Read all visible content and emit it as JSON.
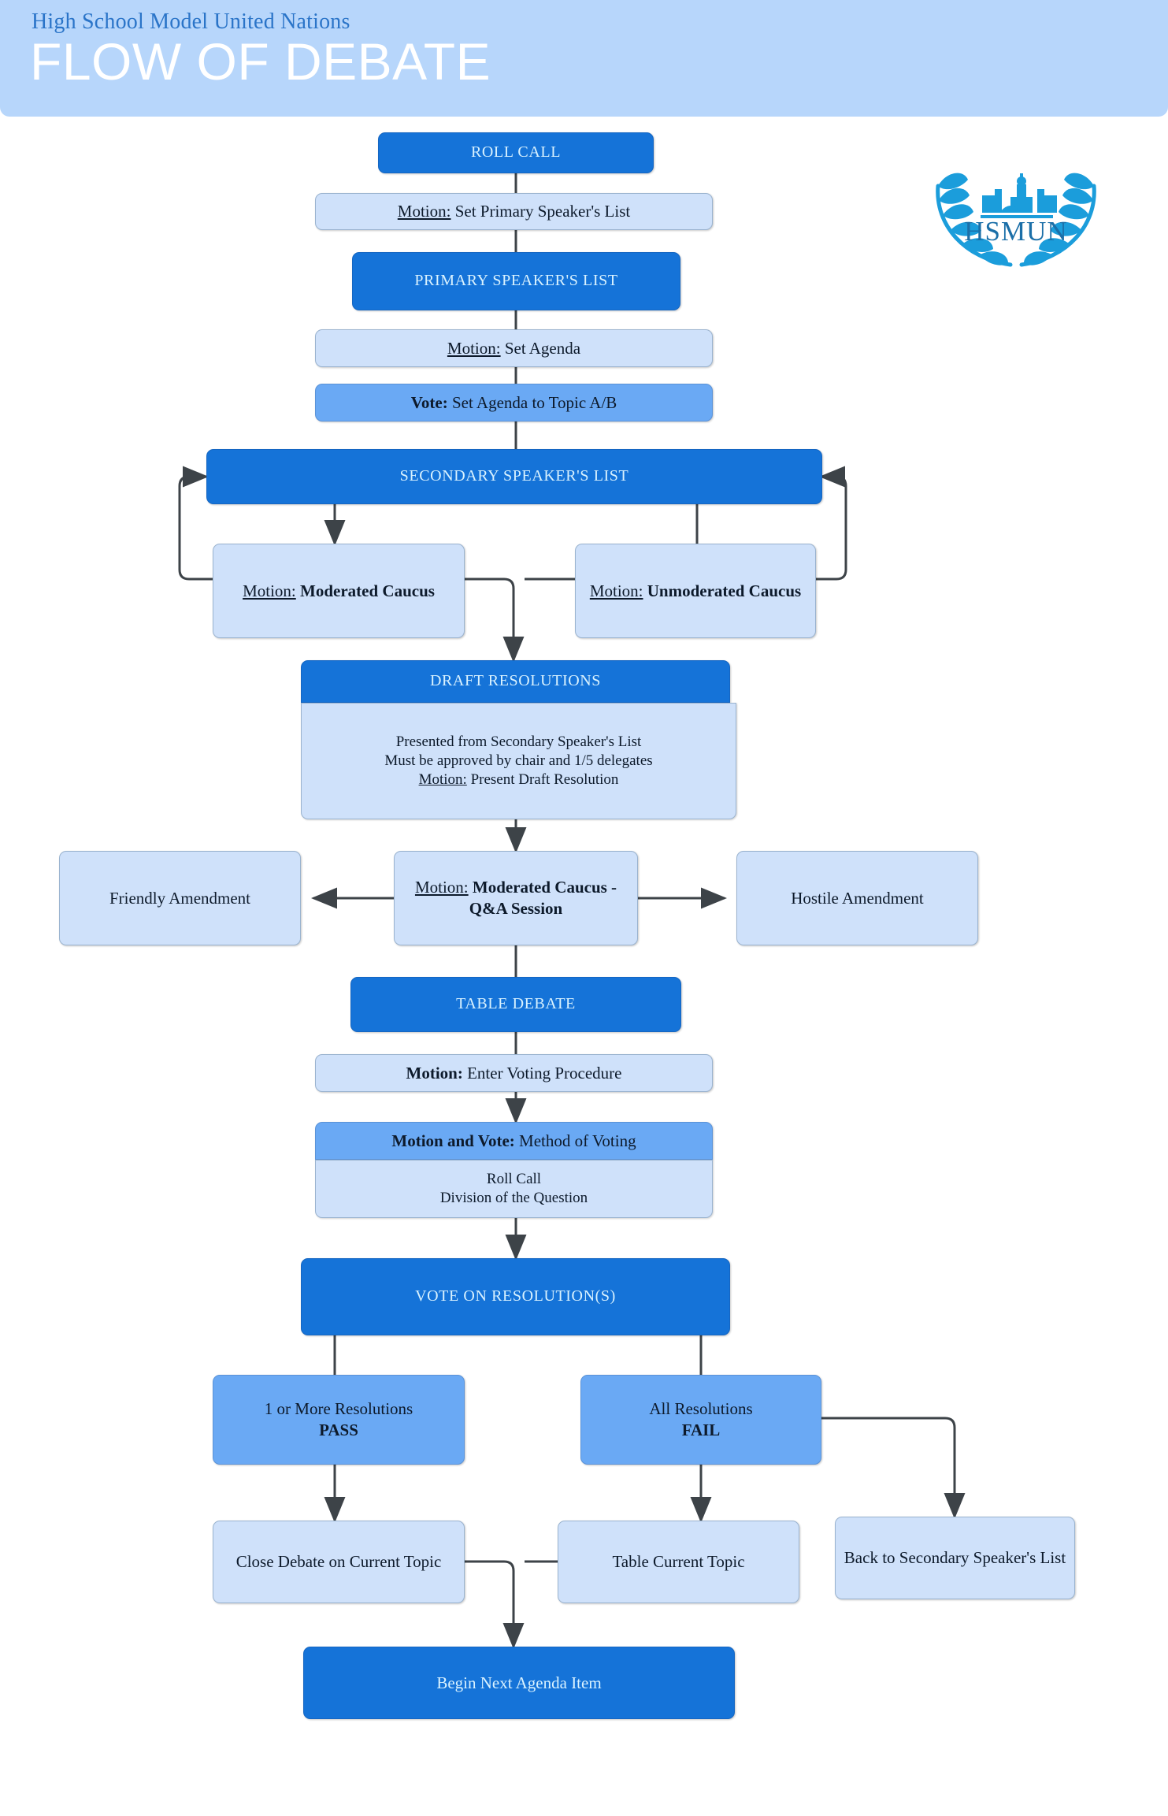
{
  "header": {
    "subtitle": "High School Model United Nations",
    "title": "FLOW OF DEBATE",
    "bg_color": "#b7d6fb",
    "subtitle_color": "#2a74c8",
    "title_color": "#ffffff"
  },
  "logo": {
    "name": "hsmun-logo",
    "text": "HSMUN",
    "color": "#1b9ddb"
  },
  "colors": {
    "dark_node": "#1573d8",
    "mid_node": "#6aa9f4",
    "light_node": "#cfe1fa",
    "connector": "#3d4348"
  },
  "nodes": {
    "roll_call": "ROLL CALL",
    "motion_primary_speakers_list": {
      "label": "Motion:",
      "text": " Set Primary Speaker's List"
    },
    "primary_speakers_list": "PRIMARY SPEAKER'S LIST",
    "motion_set_agenda": {
      "label": "Motion:",
      "text": " Set Agenda"
    },
    "vote_set_agenda": {
      "label": "Vote:",
      "text": " Set Agenda to Topic A/B"
    },
    "secondary_speakers_list": "SECONDARY SPEAKER'S LIST",
    "motion_moderated_caucus": {
      "label": "Motion:",
      "text": " Moderated Caucus"
    },
    "motion_unmoderated_caucus": {
      "label": "Motion:",
      "text": " Unmoderated Caucus"
    },
    "draft_resolutions": "DRAFT RESOLUTIONS",
    "draft_resolutions_detail": {
      "line1": "Presented from Secondary Speaker's List",
      "line2": "Must be approved by chair and 1/5 delegates",
      "line3_label": "Motion:",
      "line3_text": " Present Draft Resolution"
    },
    "motion_moderated_qa": {
      "label": "Motion:",
      "text": " Moderated Caucus - Q&A Session"
    },
    "friendly_amendment": "Friendly Amendment",
    "hostile_amendment": "Hostile Amendment",
    "table_debate": "TABLE DEBATE",
    "motion_enter_voting": {
      "label": "Motion:",
      "text": " Enter Voting Procedure"
    },
    "motion_vote_method": {
      "label": "Motion and Vote:",
      "text": " Method of Voting"
    },
    "voting_methods": {
      "line1": "Roll Call",
      "line2": "Division of the Question"
    },
    "vote_on_resolutions": "VOTE ON RESOLUTION(S)",
    "resolutions_pass": {
      "line1": "1 or More Resolutions",
      "line2": "PASS"
    },
    "resolutions_fail": {
      "line1": "All Resolutions",
      "line2": "FAIL"
    },
    "close_debate": "Close Debate on Current Topic",
    "table_current_topic": "Table Current Topic",
    "back_to_secondary": "Back to Secondary Speaker's List",
    "begin_next_agenda": "Begin Next Agenda Item"
  }
}
